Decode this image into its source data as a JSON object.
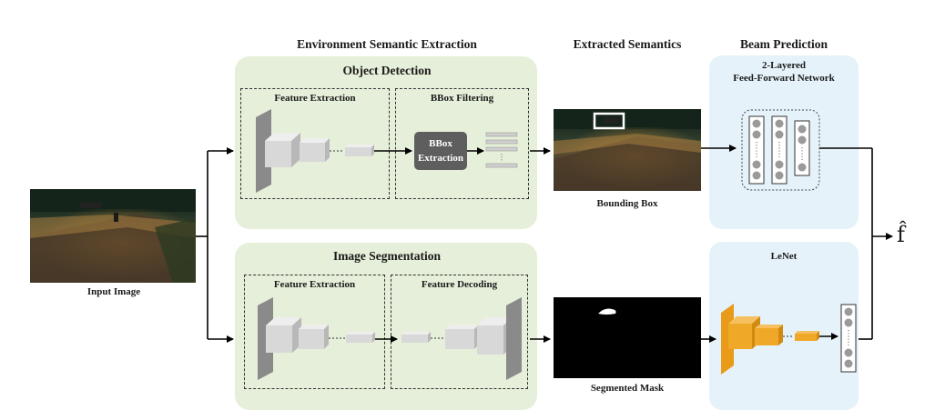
{
  "headers": {
    "environment": "Environment Semantic Extraction",
    "extracted": "Extracted Semantics",
    "beam": "Beam Prediction"
  },
  "object_detection": {
    "title": "Object Detection",
    "feature_extraction": "Feature Extraction",
    "bbox_filtering": "BBox Filtering",
    "bbox_extraction_line1": "BBox",
    "bbox_extraction_line2": "Extraction"
  },
  "image_segmentation": {
    "title": "Image Segmentation",
    "feature_extraction": "Feature Extraction",
    "feature_decoding": "Feature Decoding"
  },
  "captions": {
    "input_image": "Input Image",
    "bounding_box": "Bounding Box",
    "segmented_mask": "Segmented Mask"
  },
  "beam": {
    "ffn_line1": "2-Layered",
    "ffn_line2": "Feed-Forward Network",
    "lenet": "LeNet",
    "output_symbol": "f̂"
  },
  "colors": {
    "green_panel": "#e6efd9",
    "blue_panel": "#e6f2f9",
    "lenet_orange": "#f0a020",
    "dark_box": "#5e5e5e"
  }
}
